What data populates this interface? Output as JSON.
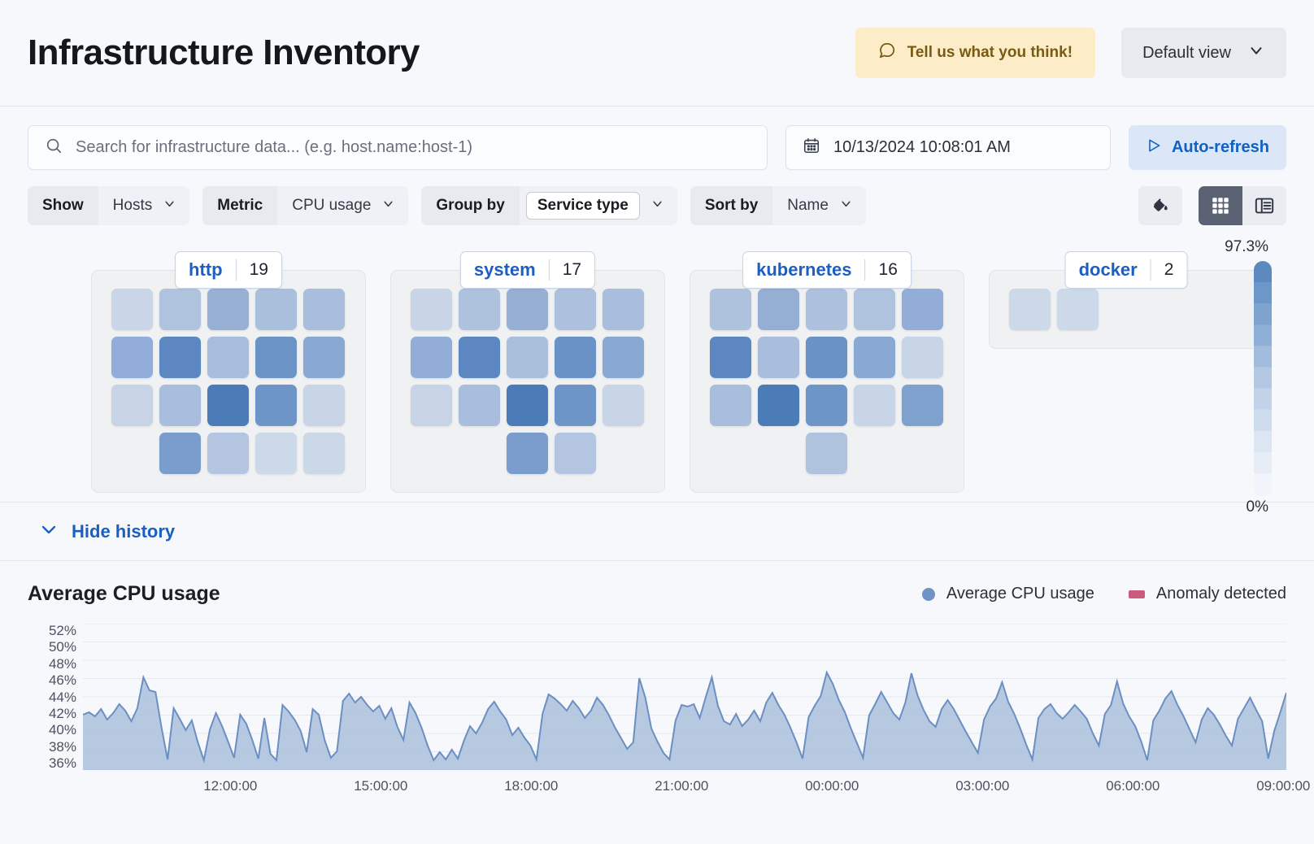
{
  "header": {
    "title": "Infrastructure Inventory",
    "feedback_label": "Tell us what you think!",
    "feedback_icon": "comment-icon",
    "view_label": "Default view",
    "view_caret": "chevron-down-icon"
  },
  "search": {
    "placeholder": "Search for infrastructure data... (e.g. host.name:host-1)",
    "value": "",
    "icon": "search-icon"
  },
  "datepicker": {
    "value": "10/13/2024 10:08:01 AM",
    "icon": "calendar-icon"
  },
  "refresh": {
    "label": "Auto-refresh",
    "icon": "play-icon"
  },
  "controls": [
    {
      "label": "Show",
      "value": "Hosts",
      "boxed": false
    },
    {
      "label": "Metric",
      "value": "CPU usage",
      "boxed": false
    },
    {
      "label": "Group by",
      "value": "Service type",
      "boxed": true
    },
    {
      "label": "Sort by",
      "value": "Name",
      "boxed": false
    }
  ],
  "right_tools": {
    "palette_icon": "paint-bucket-icon",
    "grid_view_icon": "grid-view-icon",
    "table_view_icon": "table-view-icon",
    "active_view": "grid"
  },
  "waffle": {
    "legend_max": "97.3%",
    "legend_min": "0%",
    "groups": [
      {
        "name": "http",
        "count": "19",
        "rows": [
          {
            "offset": 0,
            "colors": [
              "#c9d6e7",
              "#b0c3de",
              "#97b0d4",
              "#aabfdc",
              "#a9bedc"
            ]
          },
          {
            "offset": 0,
            "colors": [
              "#93addb",
              "#5d87c0",
              "#a8bddb",
              "#6c93c6",
              "#8aa8d4"
            ]
          },
          {
            "offset": 0,
            "colors": [
              "#c6d4e6",
              "#a9bedc",
              "#4b7cb8",
              "#6e95c7",
              "#c8d5e7"
            ]
          },
          {
            "offset": 1,
            "colors": [
              "#7b9dcd",
              "#b3c5e0",
              "#ccd9e9",
              "#cbd8e8"
            ]
          }
        ]
      },
      {
        "name": "system",
        "count": "17",
        "rows": [
          {
            "offset": 0,
            "colors": [
              "#c7d5e7",
              "#aec1dd",
              "#96afd3",
              "#adc0dd",
              "#a8bedc"
            ]
          },
          {
            "offset": 0,
            "colors": [
              "#93add9",
              "#5d87c0",
              "#aabfdc",
              "#6b92c6",
              "#8aa8d4"
            ]
          },
          {
            "offset": 0,
            "colors": [
              "#c6d4e6",
              "#a9bedc",
              "#4b7cb8",
              "#6e95c7",
              "#c8d5e7"
            ]
          },
          {
            "offset": 2,
            "colors": [
              "#7b9dcd",
              "#b3c5e0"
            ]
          }
        ]
      },
      {
        "name": "kubernetes",
        "count": "16",
        "rows": [
          {
            "offset": 0,
            "colors": [
              "#aec1dd",
              "#94aed4",
              "#adc0dd",
              "#afc2de",
              "#93add9"
            ]
          },
          {
            "offset": 0,
            "colors": [
              "#5d87c0",
              "#a9bedc",
              "#6b92c6",
              "#8aa8d4",
              "#c7d5e7"
            ]
          },
          {
            "offset": 0,
            "colors": [
              "#a9bedc",
              "#4b7cb8",
              "#6e95c7",
              "#c8d5e7",
              "#7fa1ce"
            ]
          },
          {
            "offset": 2,
            "colors": [
              "#b0c3de"
            ]
          }
        ]
      },
      {
        "name": "docker",
        "count": "2",
        "rows": [
          {
            "offset": 0,
            "colors": [
              "#ccd9e9",
              "#ccd9e9"
            ]
          }
        ]
      }
    ]
  },
  "history": {
    "toggle_label": "Hide history",
    "toggle_icon": "chevron-down-icon"
  },
  "chart_data": {
    "type": "area",
    "title": "Average CPU usage",
    "xlabel": "",
    "ylabel": "",
    "grid": true,
    "legend_position": "top-right",
    "legend": [
      {
        "name": "Average CPU usage",
        "color": "#6e93c4",
        "marker": "dot"
      },
      {
        "name": "Anomaly detected",
        "color": "#cc5a7f",
        "marker": "square"
      }
    ],
    "ytick_labels": [
      "52%",
      "50%",
      "48%",
      "46%",
      "44%",
      "42%",
      "40%",
      "38%",
      "36%"
    ],
    "ylim": [
      35,
      53
    ],
    "xtick_labels": [
      "12:00:00",
      "15:00:00",
      "18:00:00",
      "21:00:00",
      "00:00:00",
      "03:00:00",
      "06:00:00",
      "09:00:00"
    ],
    "series": [
      {
        "name": "Average CPU usage",
        "color": "#6e93c4",
        "values": [
          41.8,
          42.1,
          41.6,
          42.5,
          41.2,
          42.0,
          43.1,
          42.3,
          41.0,
          42.6,
          46.4,
          44.8,
          44.6,
          40.2,
          36.3,
          42.6,
          41.3,
          39.9,
          41.1,
          38.4,
          36.2,
          40.0,
          42.0,
          40.4,
          38.5,
          36.5,
          41.8,
          40.7,
          38.7,
          36.4,
          41.4,
          37.0,
          36.2,
          43.0,
          42.2,
          41.2,
          39.8,
          37.2,
          42.5,
          41.8,
          38.6,
          36.5,
          37.3,
          43.5,
          44.4,
          43.3,
          44.0,
          43.0,
          42.2,
          42.9,
          41.3,
          42.6,
          40.3,
          38.7,
          43.3,
          42.0,
          40.2,
          38.0,
          36.2,
          37.2,
          36.3,
          37.5,
          36.4,
          38.6,
          40.4,
          39.5,
          40.8,
          42.5,
          43.4,
          42.2,
          41.2,
          39.3,
          40.2,
          39.0,
          38.0,
          36.3,
          41.9,
          44.3,
          43.8,
          43.1,
          42.3,
          43.5,
          42.6,
          41.4,
          42.3,
          43.9,
          43.0,
          41.7,
          40.2,
          38.9,
          37.6,
          38.4,
          46.3,
          43.9,
          40.1,
          38.5,
          37.1,
          36.3,
          41.1,
          43.0,
          42.8,
          43.1,
          41.4,
          44.0,
          46.4,
          42.9,
          41.0,
          40.6,
          41.9,
          40.4,
          41.2,
          42.3,
          41.0,
          43.3,
          44.5,
          43.0,
          41.8,
          40.2,
          38.4,
          36.4,
          41.5,
          42.9,
          44.1,
          47.0,
          45.6,
          43.6,
          42.1,
          40.1,
          38.3,
          36.5,
          41.7,
          43.1,
          44.6,
          43.3,
          42.0,
          41.2,
          43.3,
          46.9,
          44.2,
          42.4,
          41.0,
          40.3,
          42.5,
          43.6,
          42.5,
          41.1,
          39.7,
          38.4,
          37.1,
          41.2,
          42.8,
          43.8,
          45.8,
          43.4,
          41.9,
          40.1,
          38.1,
          36.3,
          41.4,
          42.5,
          43.1,
          42.0,
          41.3,
          42.1,
          43.0,
          42.2,
          41.3,
          39.5,
          38.0,
          41.9,
          43.0,
          45.9,
          43.2,
          41.6,
          40.4,
          38.5,
          36.2,
          41.1,
          42.3,
          43.8,
          44.7,
          43.0,
          41.6,
          40.0,
          38.4,
          41.2,
          42.6,
          41.8,
          40.6,
          39.2,
          38.0,
          41.3,
          42.6,
          43.9,
          42.4,
          41.0,
          36.4,
          39.8,
          42.1,
          44.5
        ]
      }
    ]
  }
}
